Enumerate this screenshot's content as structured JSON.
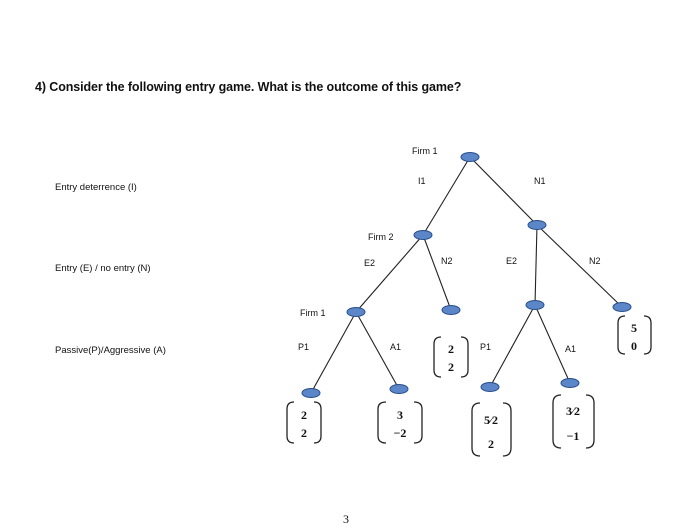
{
  "question": "4) Consider the following entry game. What is the outcome of this game?",
  "stages": [
    "Entry deterrence (I)",
    "Entry (E) / no entry (N)",
    "Passive(P)/Aggressive (A)"
  ],
  "labels": {
    "firm1_top": "Firm 1",
    "i1": "I1",
    "n1": "N1",
    "firm2": "Firm 2",
    "e2_left": "E2",
    "n2_left": "N2",
    "e2_right": "E2",
    "n2_right": "N2",
    "firm1_mid": "Firm 1",
    "p1_left": "P1",
    "a1_left": "A1",
    "p1_right": "P1",
    "a1_right": "A1"
  },
  "payoffs": {
    "p1_left": [
      "2",
      "2"
    ],
    "a1_left": [
      "3",
      "−2"
    ],
    "n2_left": [
      "2",
      "2"
    ],
    "p1_right": [
      "5⁄2",
      "2"
    ],
    "a1_right": [
      "3⁄2",
      "−1"
    ],
    "n2_right": [
      "5",
      "0"
    ]
  },
  "page_number": "3",
  "colors": {
    "node": "#5b86c8"
  }
}
